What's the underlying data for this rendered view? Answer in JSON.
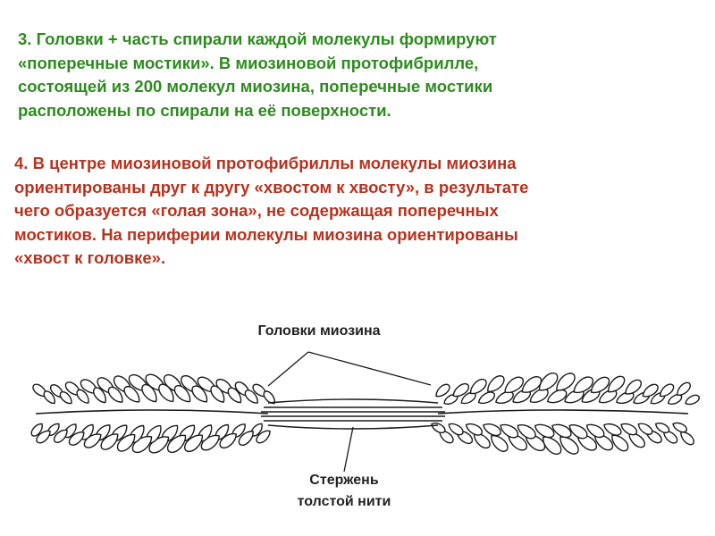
{
  "colors": {
    "paragraph_3": "#2e8b1f",
    "paragraph_4": "#b8321e",
    "drawing": "#1a1a1a",
    "background": "#ffffff"
  },
  "paragraph_3": {
    "lines": [
      "3. Головки + часть спирали каждой молекулы формируют",
      "«поперечные мостики». В миозиновой протофибрилле,",
      "состоящей из 200 молекул миозина, поперечные мостики",
      "расположены по спирали на её поверхности."
    ]
  },
  "paragraph_4": {
    "lines": [
      "4. В центре миозиновой протофибриллы молекулы миозина",
      "ориентированы друг к другу «хвостом к хвосту», в результате",
      "чего образуется «голая зона», не содержащая поперечных",
      "мостиков. На периферии молекулы миозина ориентированы",
      "«хвост к головке»."
    ]
  },
  "figure": {
    "label_heads": "Головки миозина",
    "label_rod_line1": "Стержень",
    "label_rod_line2": "толстой нити"
  }
}
